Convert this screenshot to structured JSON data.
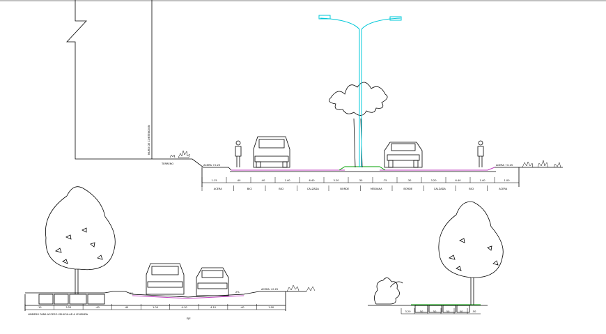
{
  "colors": {
    "linework": "#000000",
    "lamp_post": "#00c8d8",
    "road_surface": "#c040c0",
    "curb_marker": "#00a000",
    "background": "#ffffff"
  },
  "section_top": {
    "dims_row1": [
      "1.15",
      ".40",
      ".40",
      "1.40",
      "6.40",
      "3.20",
      ".30",
      ".75",
      ".30",
      "3.20",
      "6.40",
      "1.40",
      "1.00"
    ],
    "labels_row2": [
      "ACERA",
      "BICI",
      "BICI",
      "CALZADA",
      "BORDE",
      "MEDIANA",
      "BORDE",
      "CALZADA",
      "BICI",
      "ACERA"
    ],
    "note_left": "ACERA +0.25",
    "note_right": "ACERA +0.25",
    "wall_note": "MURO DE CONTENCION",
    "ground_note": "TERRENO"
  },
  "section_bottom_left": {
    "dims_row1": [
      ".15",
      "3.20",
      ".40",
      ".40",
      "1.00",
      "4.10",
      "4.10",
      ".40",
      "1.00"
    ],
    "center_label": "EJE",
    "caption": "LINDERO PARA ACCESO VEHICULAR A VIVIENDA",
    "slope_left": "2%",
    "slope_right": "2%",
    "note_right": "ACERA +0.25"
  },
  "section_bottom_right": {
    "dims_row1": [
      "3.20",
      ".50",
      ".50",
      ".50",
      ".50",
      ".50"
    ]
  }
}
